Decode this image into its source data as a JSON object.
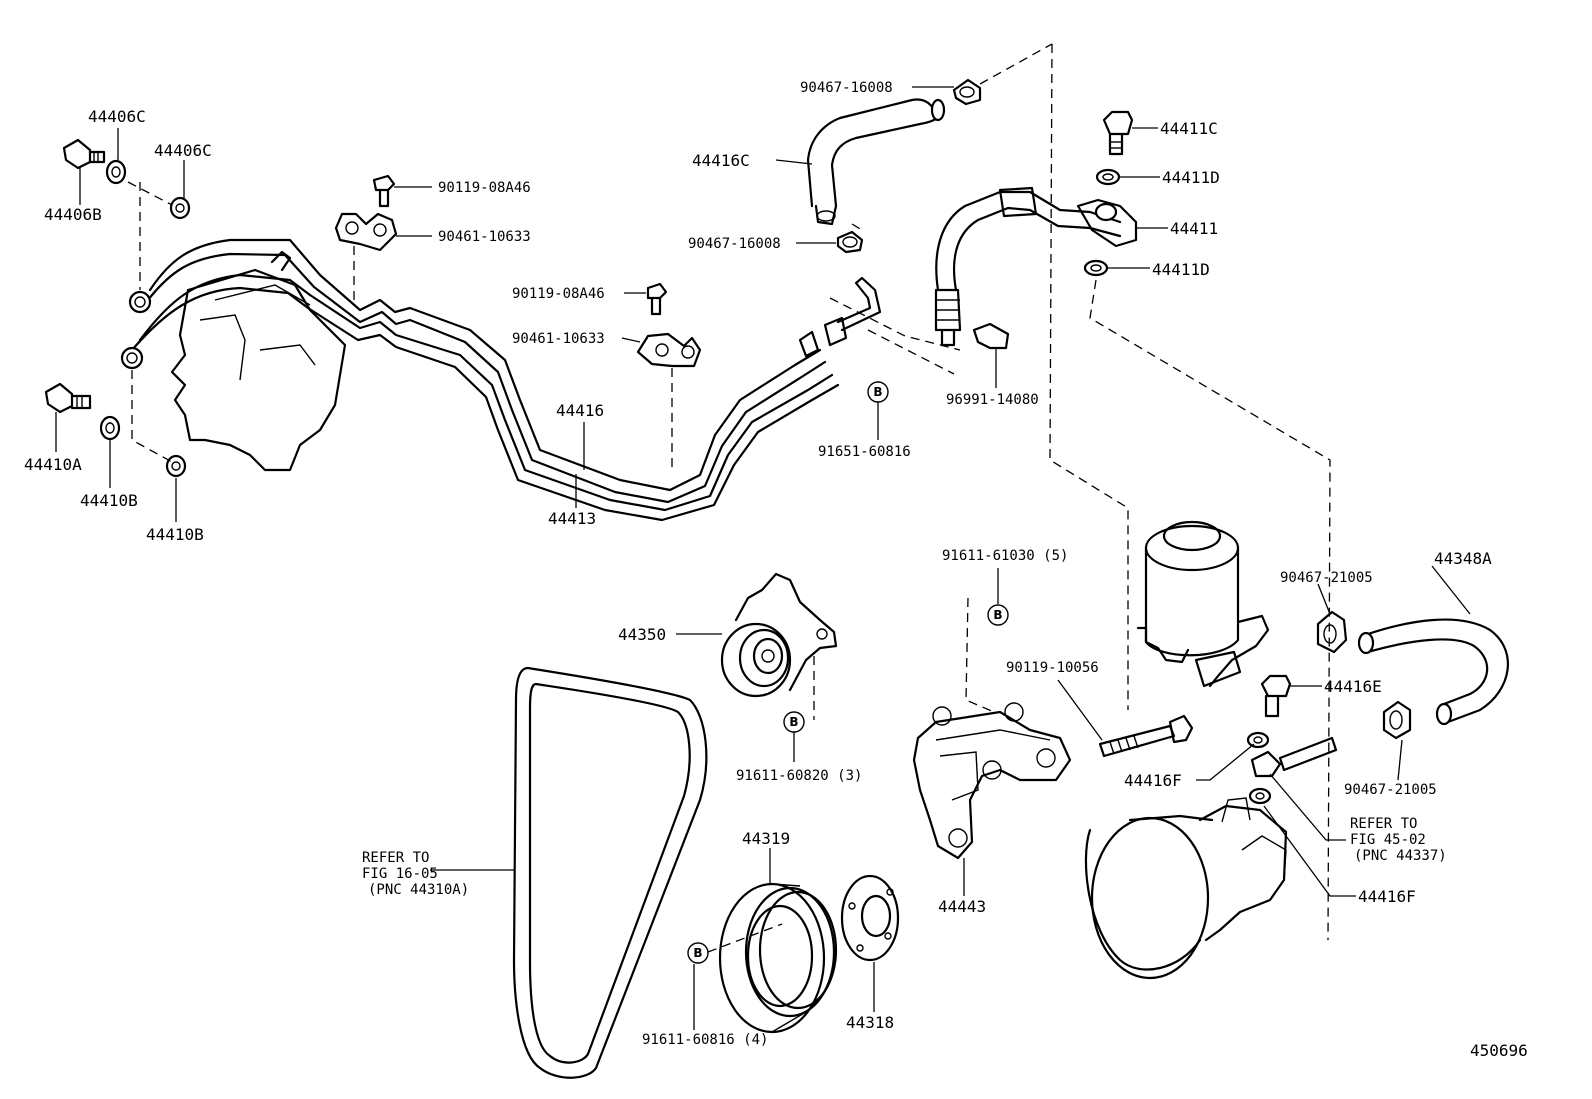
{
  "labels": {
    "l_44406C_a": "44406C",
    "l_44406C_b": "44406C",
    "l_44406B": "44406B",
    "l_44410A": "44410A",
    "l_44410B_a": "44410B",
    "l_44410B_b": "44410B",
    "l_90119_08A46_a": "90119-08A46",
    "l_90461_10633_a": "90461-10633",
    "l_90119_08A46_b": "90119-08A46",
    "l_90461_10633_b": "90461-10633",
    "l_44416": "44416",
    "l_44413": "44413",
    "l_90467_16008_a": "90467-16008",
    "l_44416C": "44416C",
    "l_90467_16008_b": "90467-16008",
    "l_91651_60816": "91651-60816",
    "l_96991_14080": "96991-14080",
    "l_44411C": "44411C",
    "l_44411D_a": "44411D",
    "l_44411": "44411",
    "l_44411D_b": "44411D",
    "l_91611_61030": "91611-61030 (5)",
    "l_90467_21005_a": "90467-21005",
    "l_44348A": "44348A",
    "l_44350": "44350",
    "l_90119_10056": "90119-10056",
    "l_44416E": "44416E",
    "l_91611_60820": "91611-60820 (3)",
    "l_44416F_a": "44416F",
    "l_90467_21005_b": "90467-21005",
    "l_refer_45_1": "REFER TO",
    "l_refer_45_2": "FIG 45-02",
    "l_refer_45_3": "(PNC 44337)",
    "l_44416F_b": "44416F",
    "l_refer_16_1": "REFER TO",
    "l_refer_16_2": "FIG 16-05",
    "l_refer_16_3": "(PNC 44310A)",
    "l_44319": "44319",
    "l_44443": "44443",
    "l_44318": "44318",
    "l_91611_60816": "91611-60816 (4)",
    "l_illus_no": "450696"
  },
  "markers": {
    "b1": "B",
    "b2": "B",
    "b3": "B",
    "b4": "B"
  }
}
